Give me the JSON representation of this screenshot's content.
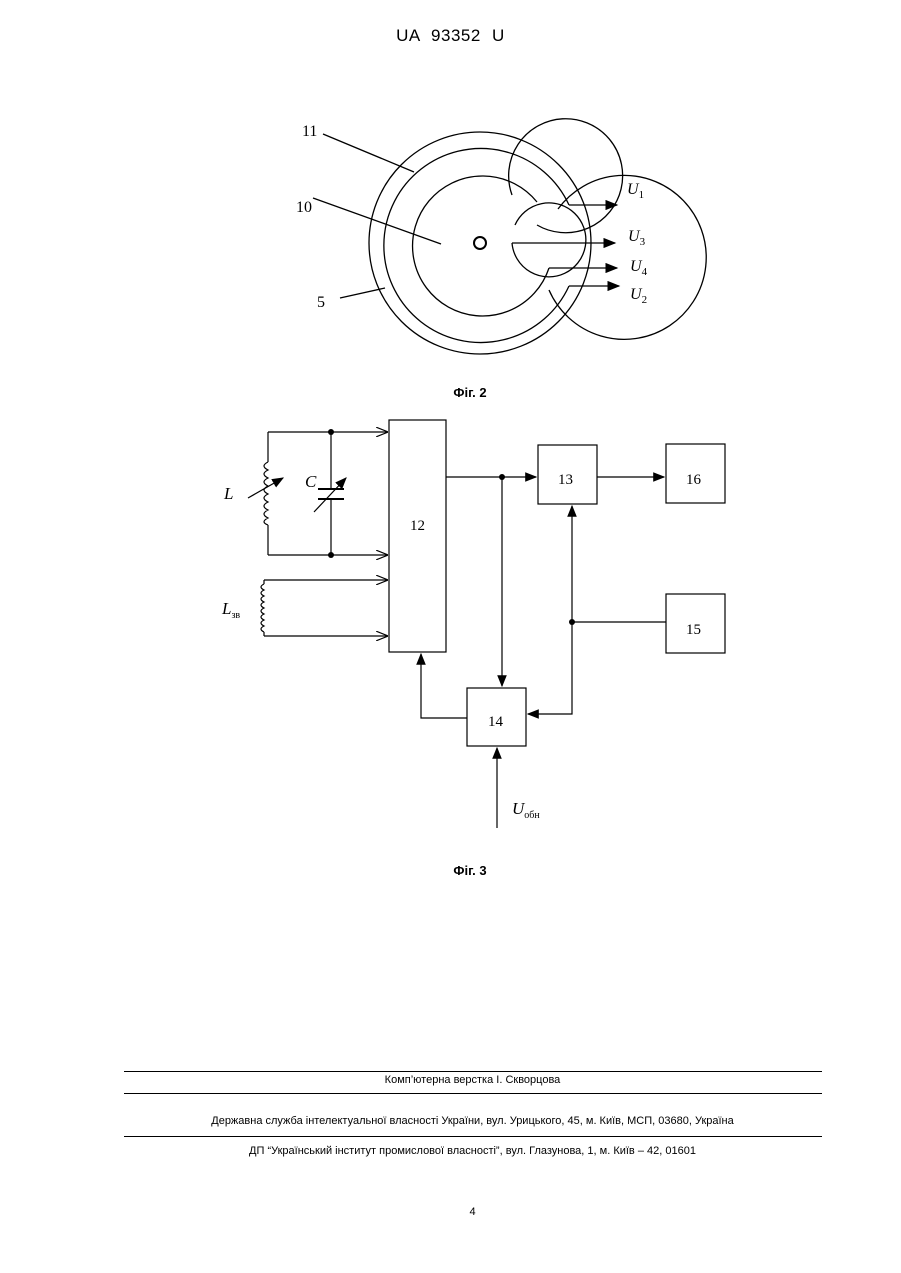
{
  "header": {
    "patent_number": "UA   93352   U"
  },
  "figure2": {
    "caption": "Фіг. 2",
    "labels": {
      "ref11": "11",
      "ref10": "10",
      "ref5": "5"
    },
    "outputs": [
      {
        "base": "U",
        "sub": "1"
      },
      {
        "base": "U",
        "sub": "3"
      },
      {
        "base": "U",
        "sub": "4"
      },
      {
        "base": "U",
        "sub": "2"
      }
    ]
  },
  "figure3": {
    "caption": "Фіг. 3",
    "blocks": {
      "b12": "12",
      "b13": "13",
      "b14": "14",
      "b15": "15",
      "b16": "16"
    },
    "components": {
      "inductor": "L",
      "capacitor": "C",
      "feedback_coil": {
        "base": "L",
        "sub": "зв"
      },
      "reference_voltage": {
        "base": "U",
        "sub": "обн"
      }
    }
  },
  "footer": {
    "layout_credit": "Комп’ютерна верстка І. Скворцова",
    "office": "Державна служба інтелектуальної власності України, вул. Урицького, 45, м. Київ, МСП, 03680, Україна",
    "institute": "ДП “Український інститут промислової власності”, вул. Глазунова, 1, м. Київ – 42, 01601",
    "page_number": "4"
  }
}
